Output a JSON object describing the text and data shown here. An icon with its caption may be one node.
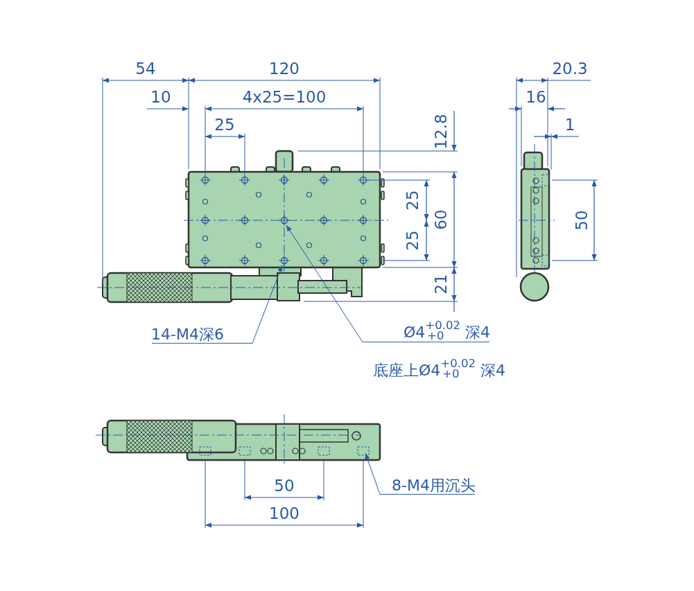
{
  "diagram": {
    "nodes": [
      {
        "text": [
          "14-M4深6"
        ]
      },
      {
        "text": [
          "Ø4$^{+0.02}$$_{+0}$ 深4"
        ]
      },
      {
        "text": [
          "8-M4用沉头"
        ]
      }
    ],
    "edges": [
      {
        "from": 0,
        "to": null,
        "arrow": "to"
      },
      {
        "from": 1,
        "to": null,
        "arrow": "to"
      },
      {
        "from": 2,
        "to": null,
        "arrow": "to"
      }
    ],
    "labels": [
      "54",
      "120",
      "10",
      "4x25=100",
      "25",
      "20.3",
      "16",
      "1",
      "12.8",
      "25",
      "60",
      "50",
      "25",
      "21",
      "底座上Ø4$^{+0.02}$$_{+0}$ 深4",
      "50",
      "100"
    ]
  }
}
